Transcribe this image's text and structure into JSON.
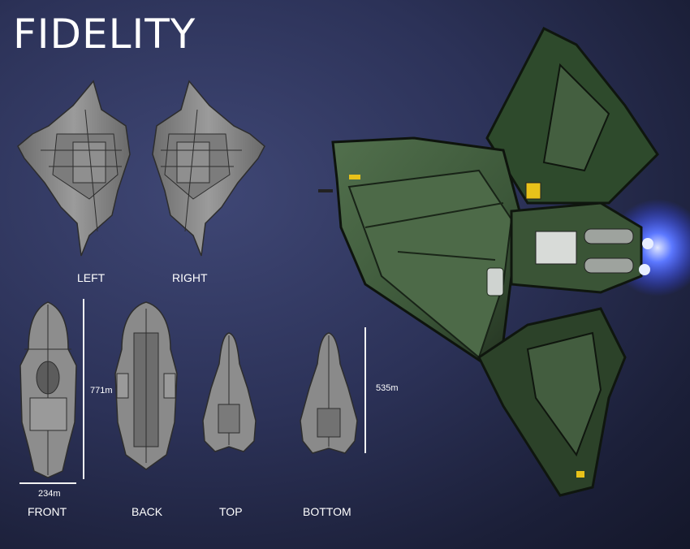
{
  "title": "FIDELITY",
  "views": {
    "left": "LEFT",
    "right": "RIGHT",
    "front": "FRONT",
    "back": "BACK",
    "top": "TOP",
    "bottom": "BOTTOM"
  },
  "dimensions": {
    "height_front": "771m",
    "width_front": "234m",
    "height_top": "535m"
  },
  "colors": {
    "hull_green": "#3f5a3c",
    "hull_dark": "#1e2a1c",
    "schematic_gray": "#8a8a8a",
    "engine_glow": "#4a66ff",
    "accent_yellow": "#e8c21a"
  }
}
